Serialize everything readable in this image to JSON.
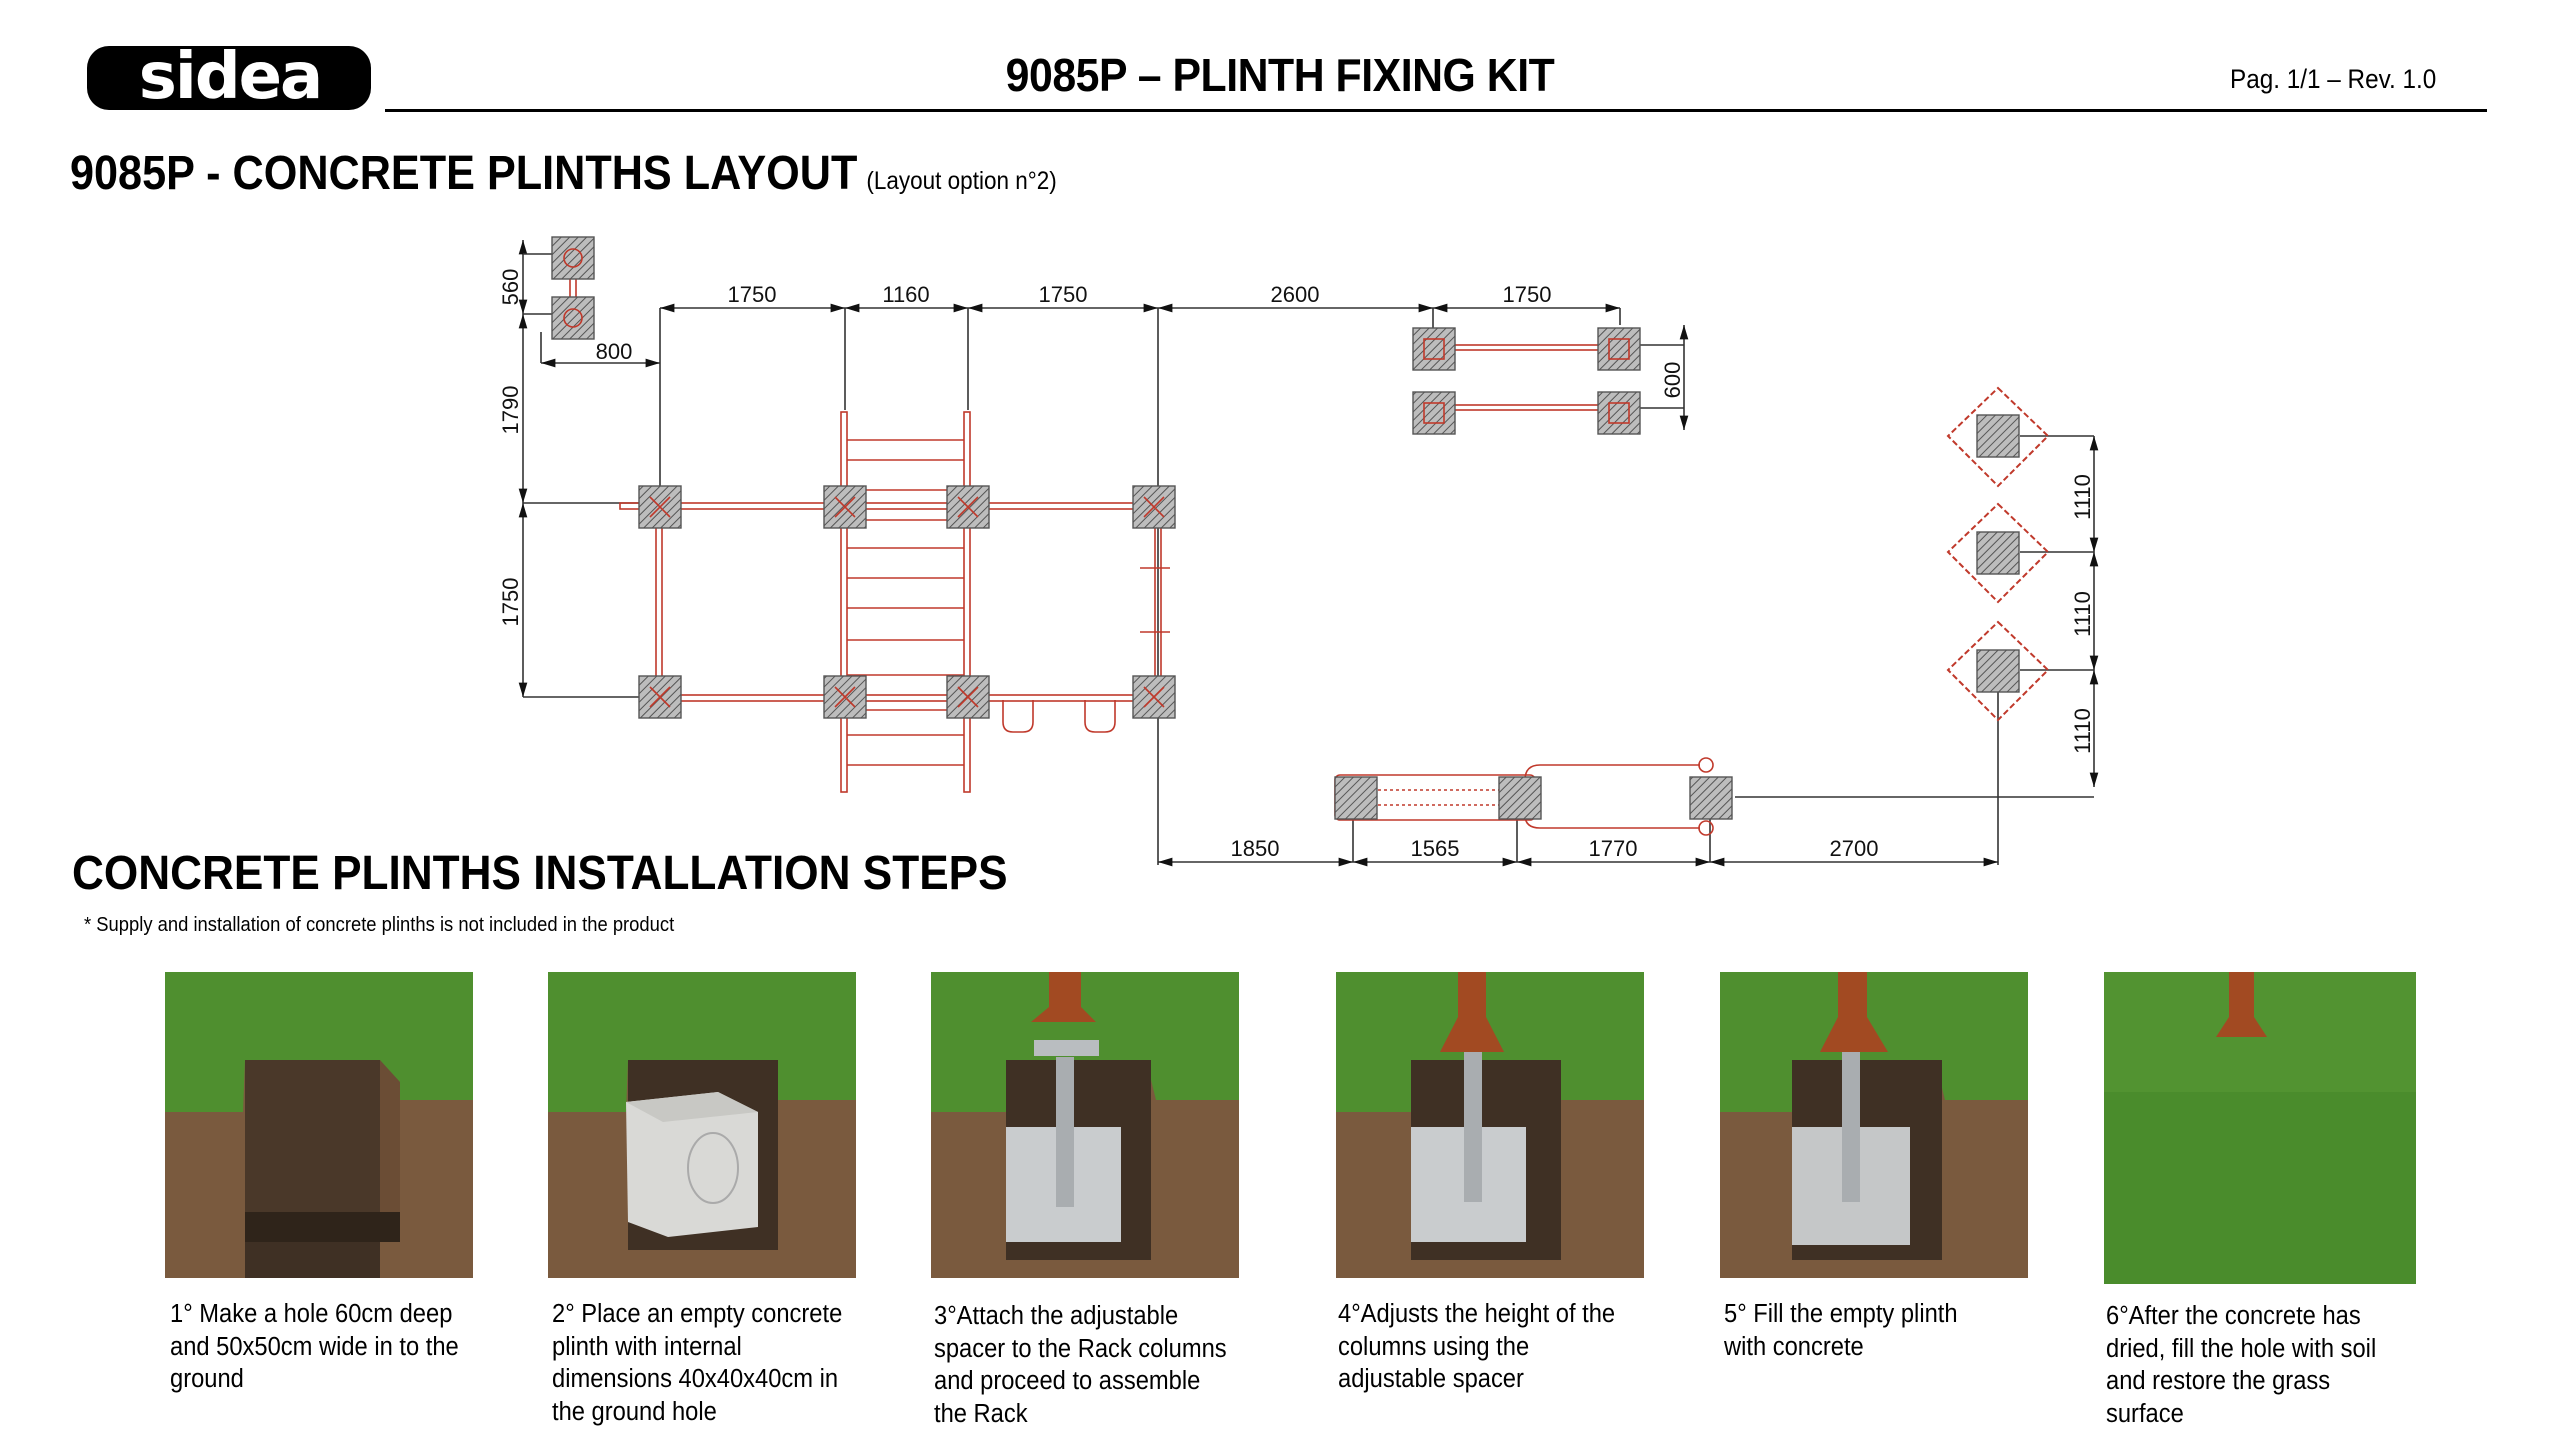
{
  "header": {
    "logo_text": "sidea",
    "title": "9085P – PLINTH FIXING KIT",
    "page_rev": "Pag. 1/1 – Rev. 1.0"
  },
  "layout_section": {
    "title": "9085P - CONCRETE PLINTHS LAYOUT",
    "subtitle": "(Layout option n°2)",
    "dimensions": {
      "top_row": [
        "1750",
        "1160",
        "1750",
        "2600",
        "1750"
      ],
      "left_vertical": [
        "560",
        "1790",
        "1750"
      ],
      "offset_800": "800",
      "swing_gap": "600",
      "right_vertical": [
        "1110",
        "1110",
        "1110"
      ],
      "bottom_row": [
        "1850",
        "1565",
        "1770",
        "2700"
      ]
    },
    "colors": {
      "structure": "#c0392b",
      "plinth_fill": "#8a8a8a",
      "dimension_line": "#222222"
    }
  },
  "steps_section": {
    "title": "CONCRETE PLINTHS INSTALLATION STEPS",
    "note": "* Supply and installation of concrete plinths is not included in the product",
    "steps": [
      {
        "caption": [
          "1° Make a hole 60cm deep",
          "and 50x50cm wide in to the",
          "ground"
        ],
        "illustration": "empty-hole"
      },
      {
        "caption": [
          "2° Place an empty concrete",
          "plinth with internal",
          "dimensions 40x40x40cm in",
          "the ground hole"
        ],
        "illustration": "plinth-in-hole"
      },
      {
        "caption": [
          "3°Attach the adjustable",
          "spacer to the Rack columns",
          "and proceed to assemble",
          "the Rack"
        ],
        "illustration": "spacer-attach"
      },
      {
        "caption": [
          "4°Adjusts the height of the",
          "columns using the",
          "adjustable spacer"
        ],
        "illustration": "height-adjust"
      },
      {
        "caption": [
          "5° Fill the empty plinth",
          "with concrete"
        ],
        "illustration": "concrete-fill"
      },
      {
        "caption": [
          "6°After the concrete has",
          "dried, fill the hole with soil",
          "and restore the grass",
          "surface"
        ],
        "illustration": "grass-restored"
      }
    ]
  }
}
